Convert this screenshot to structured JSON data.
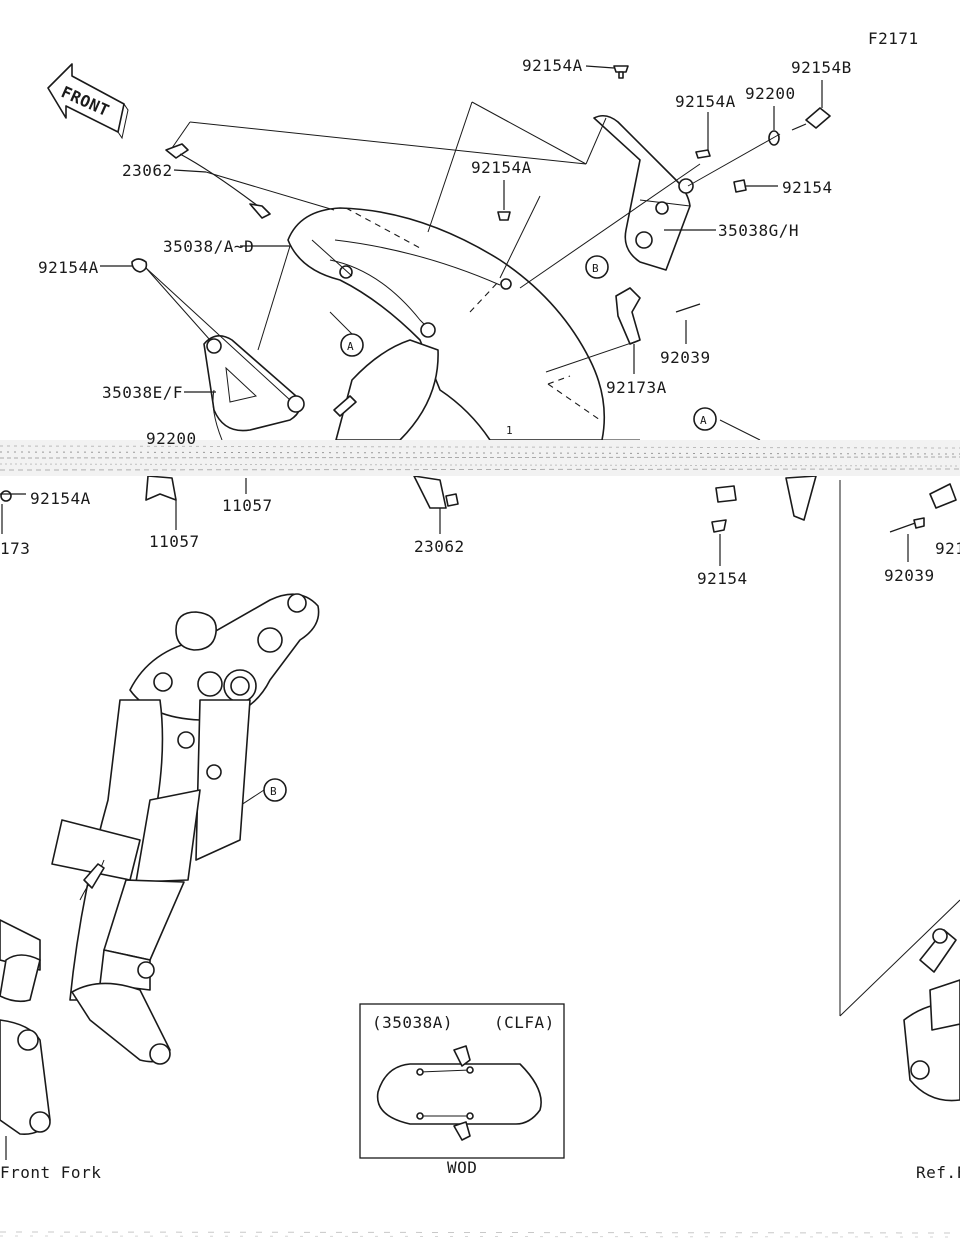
{
  "figure_code": "F2171",
  "front_arrow_label": "FRONT",
  "callout_labels": {
    "A": "A",
    "B": "B"
  },
  "alignment_mark": "1",
  "part_numbers": {
    "p92154A_top": "92154A",
    "p92154B": "92154B",
    "p92154A_right": "92154A",
    "p92200_right": "92200",
    "p92154_right": "92154",
    "p92154A_mid": "92154A",
    "p35038GH": "35038G/H",
    "p23062_top": "23062",
    "p35038AD": "35038/A~D",
    "p92154A_left": "92154A",
    "p92039_top": "92039",
    "p92173A": "92173A",
    "p35038EF": "35038E/F",
    "p92200_left": "92200",
    "p92154A_lower": "92154A",
    "p11057_mid": "11057",
    "p11057_low": "11057",
    "p23062_low": "23062",
    "p173": "173",
    "p92154_low": "92154",
    "p92039_low": "92039",
    "p921_cut": "921"
  },
  "ref_labels": {
    "front_fork": "Front Fork",
    "ref_cut": "Ref.F"
  },
  "inset": {
    "left_code": "(35038A)",
    "right_code": "(CLFA)",
    "caption": "WOD"
  }
}
